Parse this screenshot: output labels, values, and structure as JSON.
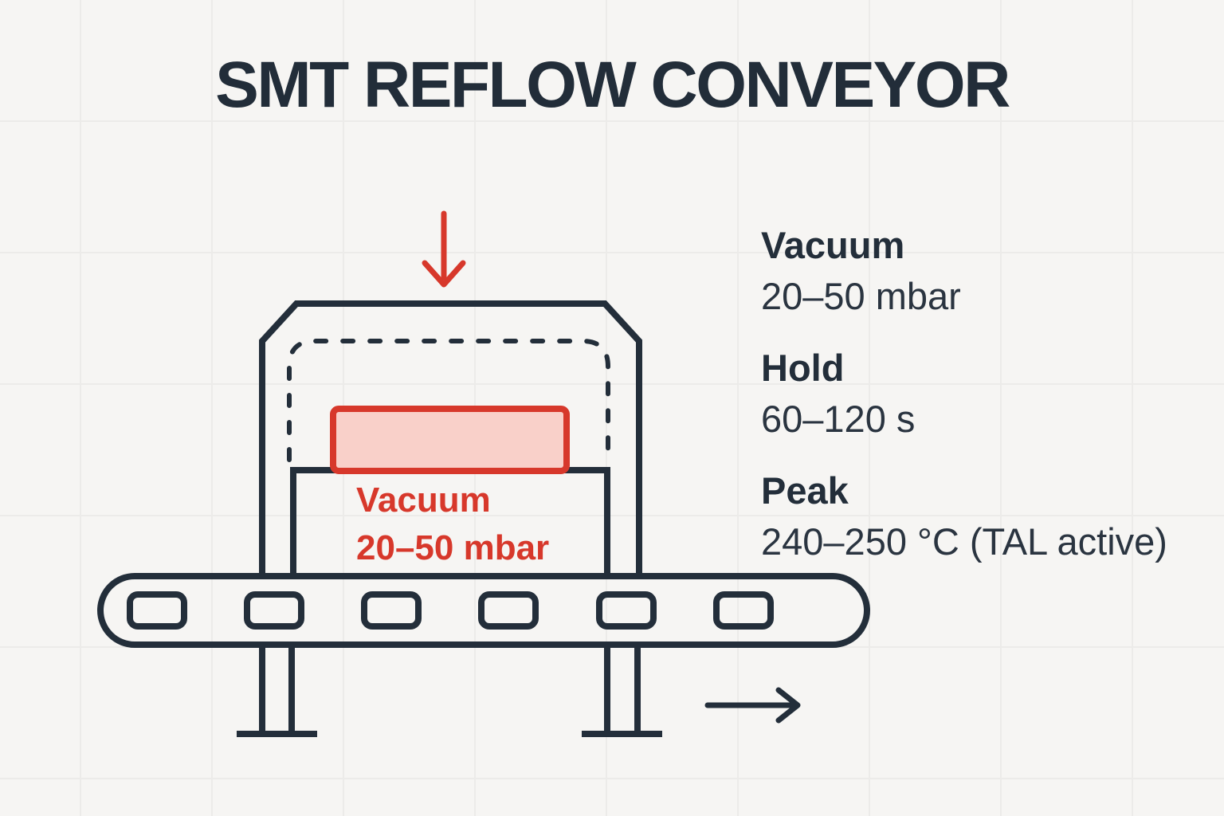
{
  "title": "SMT REFLOW CONVEYOR",
  "colors": {
    "ink": "#232e3a",
    "accent_red": "#d7382b",
    "pcb_fill": "#f9d0c9",
    "background": "#f6f5f3",
    "grid_line": "#ecebe9"
  },
  "diagram": {
    "chamber_label": {
      "line1": "Vacuum",
      "line2": "20–50 mbar"
    },
    "icons": {
      "vacuum_inlet": "down-arrow",
      "flow_direction": "right-arrow"
    },
    "belt_link_count": 6
  },
  "specs": [
    {
      "label": "Vacuum",
      "value": "20–50 mbar"
    },
    {
      "label": "Hold",
      "value": "60–120 s"
    },
    {
      "label": "Peak",
      "value": "240–250 °C (TAL active)"
    }
  ]
}
